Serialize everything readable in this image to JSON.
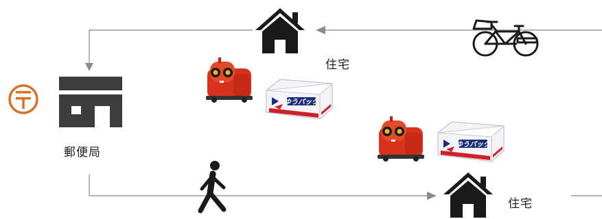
{
  "labels": {
    "house_top": "住宅",
    "post_office": "郵便局",
    "house_bottom": "住宅"
  },
  "parcel_text": "ゆうパック",
  "icons": {
    "post_mark": "japan-post-mark-icon",
    "post_office": "post-office-building-icon",
    "house": "house-icon",
    "bicycle": "bicycle-icon",
    "pedestrian": "walking-person-icon",
    "robot": "delivery-robot-icon",
    "parcel": "parcel-box-icon"
  },
  "colors": {
    "post_orange": "#d9702c",
    "robot_red": "#d8321c",
    "line_gray": "#9a9a9a",
    "icon_black": "#1a1a1a",
    "building_dark": "#3c3c3c"
  }
}
